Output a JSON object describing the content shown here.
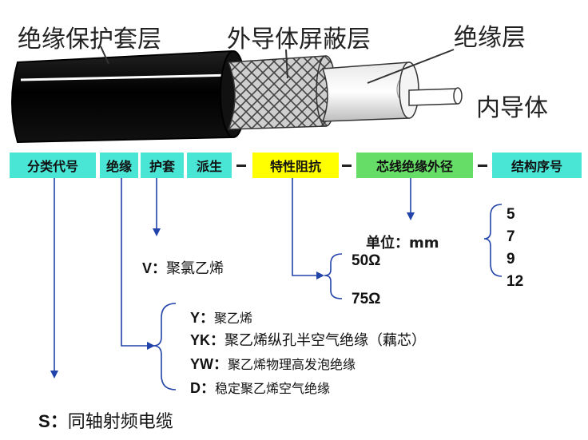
{
  "cable_labels": {
    "jacket": "绝缘保护套层",
    "shield": "外导体屏蔽层",
    "insulation": "绝缘层",
    "inner_conductor": "内导体"
  },
  "code_boxes": {
    "category": "分类代号",
    "insulation": "绝缘",
    "sheath": "护套",
    "derived": "派生",
    "impedance": "特性阻抗",
    "core_diameter": "芯线绝缘外径",
    "structure_no": "结构序号"
  },
  "sheath_option": {
    "code": "V",
    "sep": "：",
    "desc": "聚氯乙烯"
  },
  "impedance_values": [
    "50Ω",
    "75Ω"
  ],
  "diameter_unit": "单位：mm",
  "structure_numbers": [
    "5",
    "7",
    "9",
    "12"
  ],
  "insulation_options": [
    {
      "code": "Y",
      "sep": "：",
      "desc": "聚乙烯"
    },
    {
      "code": "YK",
      "sep": "：",
      "desc": "聚乙烯纵孔半空气绝缘（藕芯）"
    },
    {
      "code": "YW",
      "sep": "：",
      "desc": "聚乙烯物理高发泡绝缘"
    },
    {
      "code": "D",
      "sep": "：",
      "desc": "稳定聚乙烯空气绝缘"
    }
  ],
  "category_option": {
    "code": "S",
    "sep": "：",
    "desc": "同轴射频电缆"
  },
  "colors": {
    "cyan": "#49e6d6",
    "yellow": "#ffff00",
    "green": "#66dd66",
    "line": "#2244aa"
  }
}
